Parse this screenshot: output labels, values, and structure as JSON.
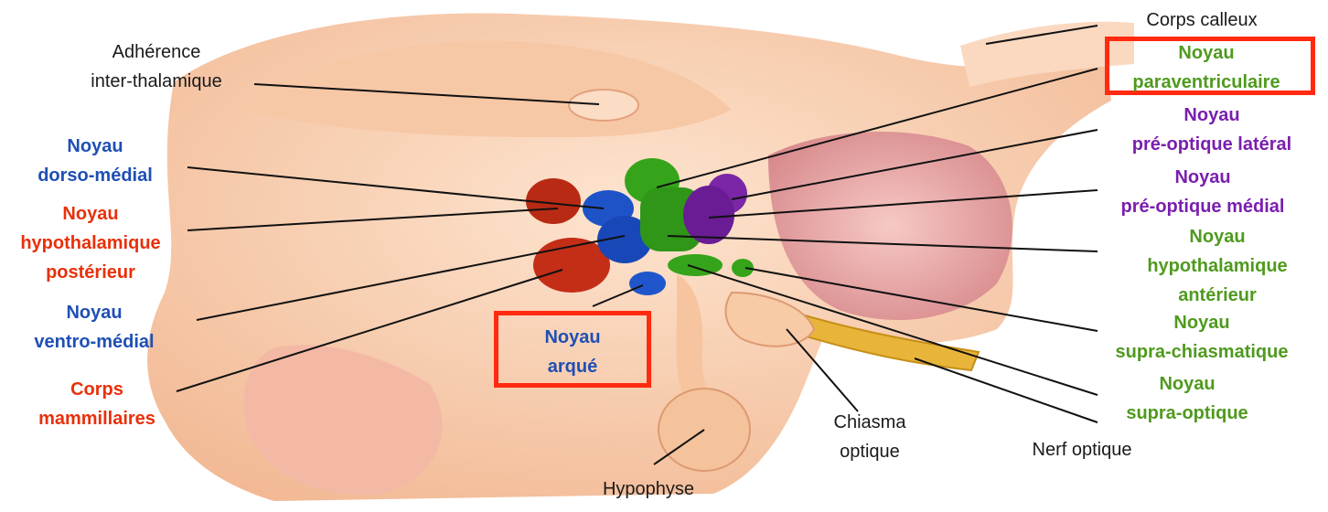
{
  "colors": {
    "black": "#1a1a1a",
    "blue": "#1f4fb5",
    "red": "#e8300a",
    "green": "#4f9a1e",
    "purple": "#7a1fae",
    "highlight_box": "#ff2a10"
  },
  "labels": {
    "corps_calleux": "Corps calleux",
    "adherence": [
      "Adhérence",
      "inter-thalamique"
    ],
    "dorso_medial": [
      "Noyau",
      "dorso-médial"
    ],
    "hypothalamique_posterieur": [
      "Noyau",
      "hypothalamique",
      "postérieur"
    ],
    "ventro_medial": [
      "Noyau",
      "ventro-médial"
    ],
    "corps_mammillaires": [
      "Corps",
      "mammillaires"
    ],
    "arque": [
      "Noyau",
      "arqué"
    ],
    "hypophyse": "Hypophyse",
    "chiasma": [
      "Chiasma",
      "optique"
    ],
    "nerf_optique": "Nerf optique",
    "paraventriculaire": [
      "Noyau",
      "paraventriculaire"
    ],
    "preoptique_lateral": [
      "Noyau",
      "pré-optique latéral"
    ],
    "preoptique_medial": [
      "Noyau",
      "pré-optique médial"
    ],
    "hypothalamique_anterieur": [
      "Noyau",
      "hypothalamique",
      "antérieur"
    ],
    "supra_chiasmatique": [
      "Noyau",
      "supra-chiasmatique"
    ],
    "supra_optique": [
      "Noyau",
      "supra-optique"
    ]
  }
}
